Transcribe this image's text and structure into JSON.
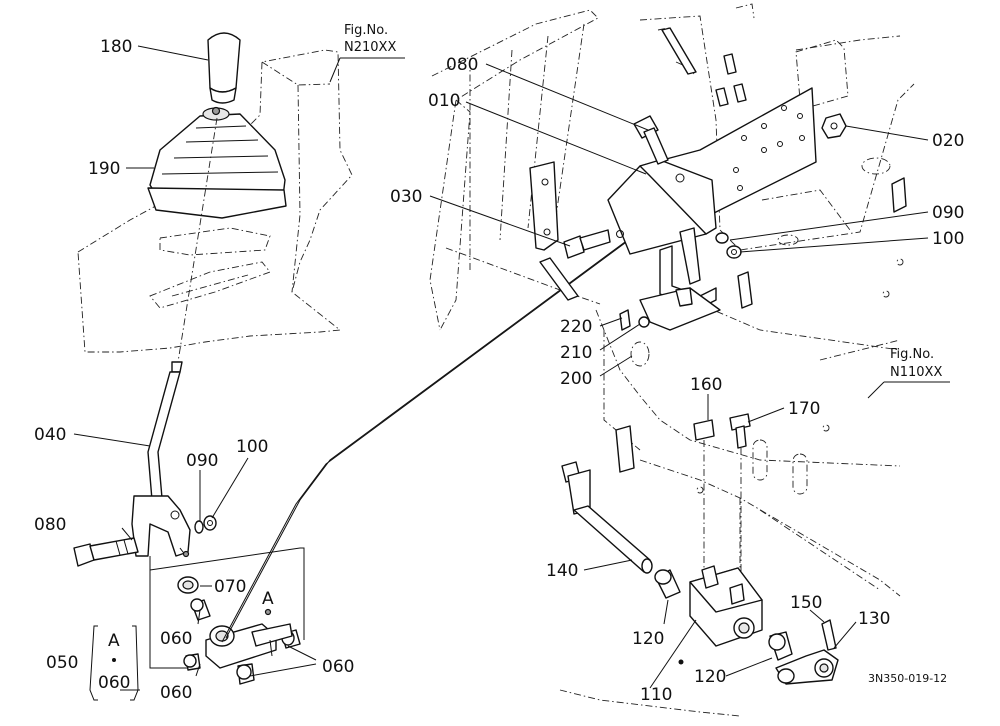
{
  "figure_refs": [
    {
      "line1": "Fig.No.",
      "line2": "N210XX"
    },
    {
      "line1": "Fig.No.",
      "line2": "N110XX"
    }
  ],
  "callouts": {
    "c180": "180",
    "c190": "190",
    "c040": "040",
    "c090_left": "090",
    "c100_left": "100",
    "c080_left": "080",
    "c070": "070",
    "c060_a": "060",
    "c060_b": "060",
    "c060_c": "060",
    "c080_top": "080",
    "c010": "010",
    "c030": "030",
    "c020": "020",
    "c090_right": "090",
    "c100_right": "100",
    "c220": "220",
    "c210": "210",
    "c200": "200",
    "c160": "160",
    "c170": "170",
    "c140": "140",
    "c120_a": "120",
    "c120_b": "120",
    "c110": "110",
    "c150": "150",
    "c130": "130"
  },
  "group_050": {
    "number": "050",
    "detail": "A",
    "member": "060"
  },
  "detail_mark": "A",
  "drawing_code": "3N350-019-12"
}
